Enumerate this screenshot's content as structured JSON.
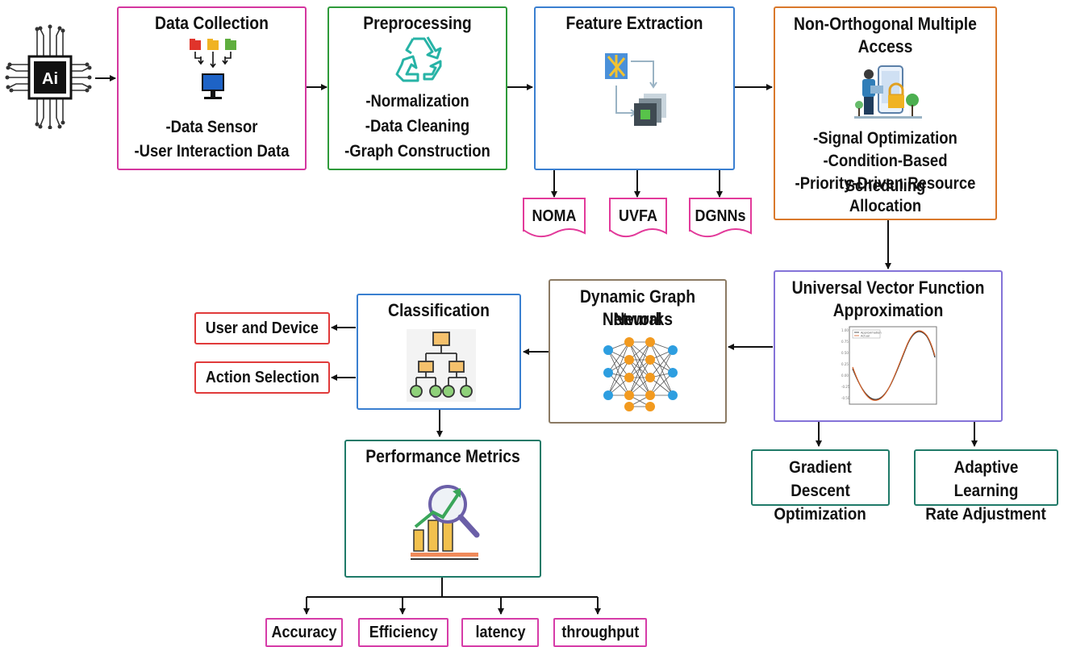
{
  "chip": {
    "label": "Ai"
  },
  "stages": {
    "data_collection": {
      "title": "Data Collection",
      "items": [
        "-Data Sensor",
        "-User Interaction Data"
      ]
    },
    "preprocessing": {
      "title": "Preprocessing",
      "items": [
        "-Normalization",
        "-Data Cleaning",
        "-Graph Construction"
      ]
    },
    "feature_extraction": {
      "title": "Feature Extraction",
      "tags": [
        "NOMA",
        "UVFA",
        "DGNNs"
      ]
    },
    "noma": {
      "title_lines": [
        "Non-Orthogonal Multiple",
        "Access"
      ],
      "items": [
        "-Signal Optimization",
        "-Condition-Based Scheduling",
        "-Priority-Driven Resource",
        "Allocation"
      ]
    },
    "uvfa": {
      "title_lines": [
        "Universal Vector Function",
        "Approximation"
      ],
      "plot_legend": [
        "Approximation",
        "Actual"
      ]
    },
    "dgnn": {
      "title_lines": [
        "Dynamic Graph Neural",
        "Networks"
      ]
    },
    "classification": {
      "title": "Classification",
      "outputs": [
        "User and Device",
        "Action Selection"
      ]
    },
    "performance": {
      "title": "Performance Metrics",
      "metrics": [
        "Accuracy",
        "Efficiency",
        "latency",
        "throughput"
      ]
    },
    "optimization": {
      "items": [
        [
          "Gradient Descent",
          "Optimization"
        ],
        [
          "Adaptive Learning",
          "Rate Adjustment"
        ]
      ]
    }
  },
  "colors": {
    "data_collection": "#d4369f",
    "preprocessing": "#2e9a3a",
    "feature_extraction": "#3a7fd0",
    "noma": "#d9782b",
    "uvfa": "#8473d8",
    "dgnn": "#8b7a63",
    "classification": "#3a7fd0",
    "performance": "#1f7a68",
    "output": "#e03a3a",
    "metric": "#d63ca8",
    "tail": "#1f7a68"
  }
}
